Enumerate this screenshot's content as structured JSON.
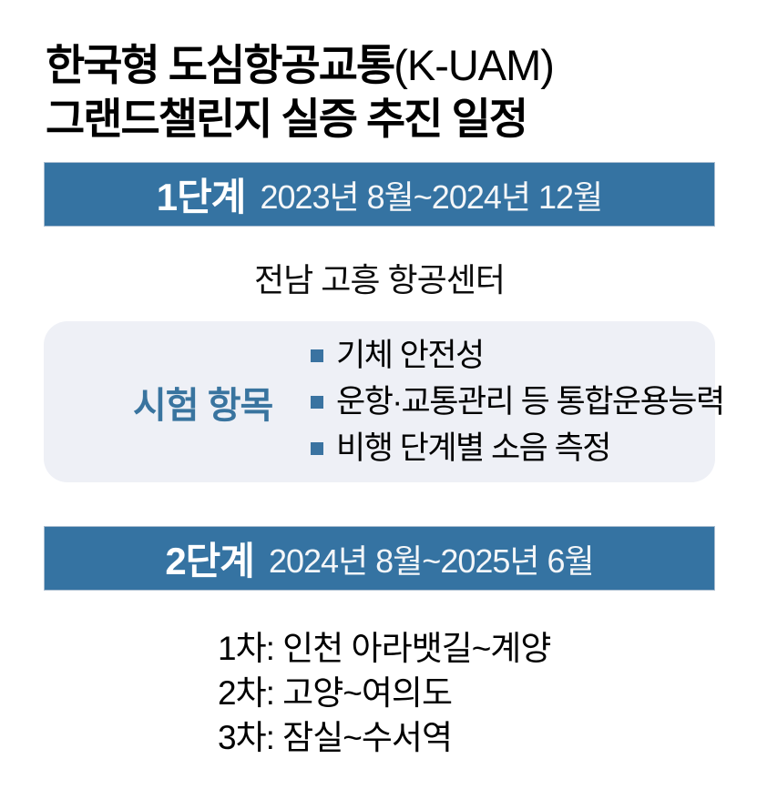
{
  "title": {
    "line1_ko": "한국형 도심항공교통",
    "line1_en": "(K-UAM)",
    "line2": "그랜드챌린지 실증 추진 일정"
  },
  "colors": {
    "banner_blue": "#3573a2",
    "box_gray": "#eef0f6",
    "accent_blue": "#39749f"
  },
  "phase1": {
    "label": "1단계",
    "period": "2023년 8월~2024년 12월",
    "location": "전남 고흥 항공센터",
    "test_items_label": "시험 항목",
    "test_items": [
      "기체 안전성",
      "운항·교통관리 등 통합운용능력",
      "비행 단계별 소음 측정"
    ]
  },
  "phase2": {
    "label": "2단계",
    "period": "2024년 8월~2025년 6월",
    "routes": [
      "1차: 인천 아라뱃길~계양",
      "2차: 고양~여의도",
      "3차: 잠실~수서역"
    ]
  }
}
